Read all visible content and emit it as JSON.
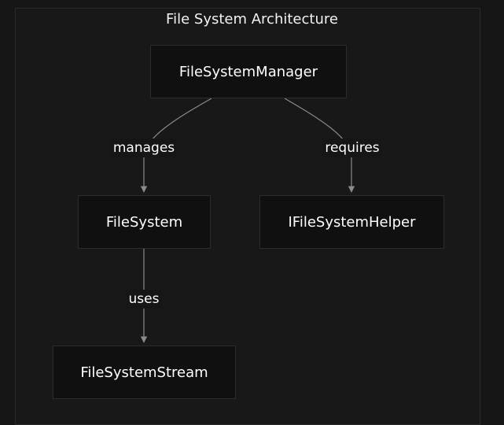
{
  "title": "File System Architecture",
  "nodes": {
    "manager": "FileSystemManager",
    "filesystem": "FileSystem",
    "helper": "IFileSystemHelper",
    "stream": "FileSystemStream"
  },
  "edges": {
    "manages": "manages",
    "requires": "requires",
    "uses": "uses"
  },
  "colors": {
    "background": "#161616",
    "node_fill": "#101010",
    "node_border": "#2c2c2c",
    "edge": "#8a8a8a",
    "text": "#ffffff"
  }
}
